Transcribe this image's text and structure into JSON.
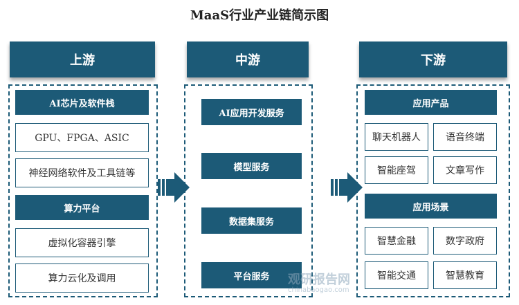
{
  "title": "MaaS行业产业链简示图",
  "upstream": {
    "header": "上游",
    "group1_label": "AI芯片及软件栈",
    "group1_items": [
      "GPU、FPGA、ASIC",
      "神经网络软件及工具链等"
    ],
    "group2_label": "算力平台",
    "group2_items": [
      "虚拟化容器引擎",
      "算力云化及调用"
    ]
  },
  "midstream": {
    "header": "中游",
    "items": [
      "AI应用开发服务",
      "模型服务",
      "数据集服务",
      "平台服务"
    ]
  },
  "downstream": {
    "header": "下游",
    "group1_label": "应用产品",
    "group1_items": [
      "聊天机器人",
      "语音终端",
      "智能座驾",
      "文章写作"
    ],
    "group2_label": "应用场景",
    "group2_items": [
      "智慧金融",
      "数字政府",
      "智能交通",
      "智慧教育"
    ]
  },
  "watermark": {
    "cn": "观研报告网",
    "en": "chinabaogao.com"
  },
  "colors": {
    "primary": "#1c5a77",
    "arrow": "#1c5a77"
  }
}
